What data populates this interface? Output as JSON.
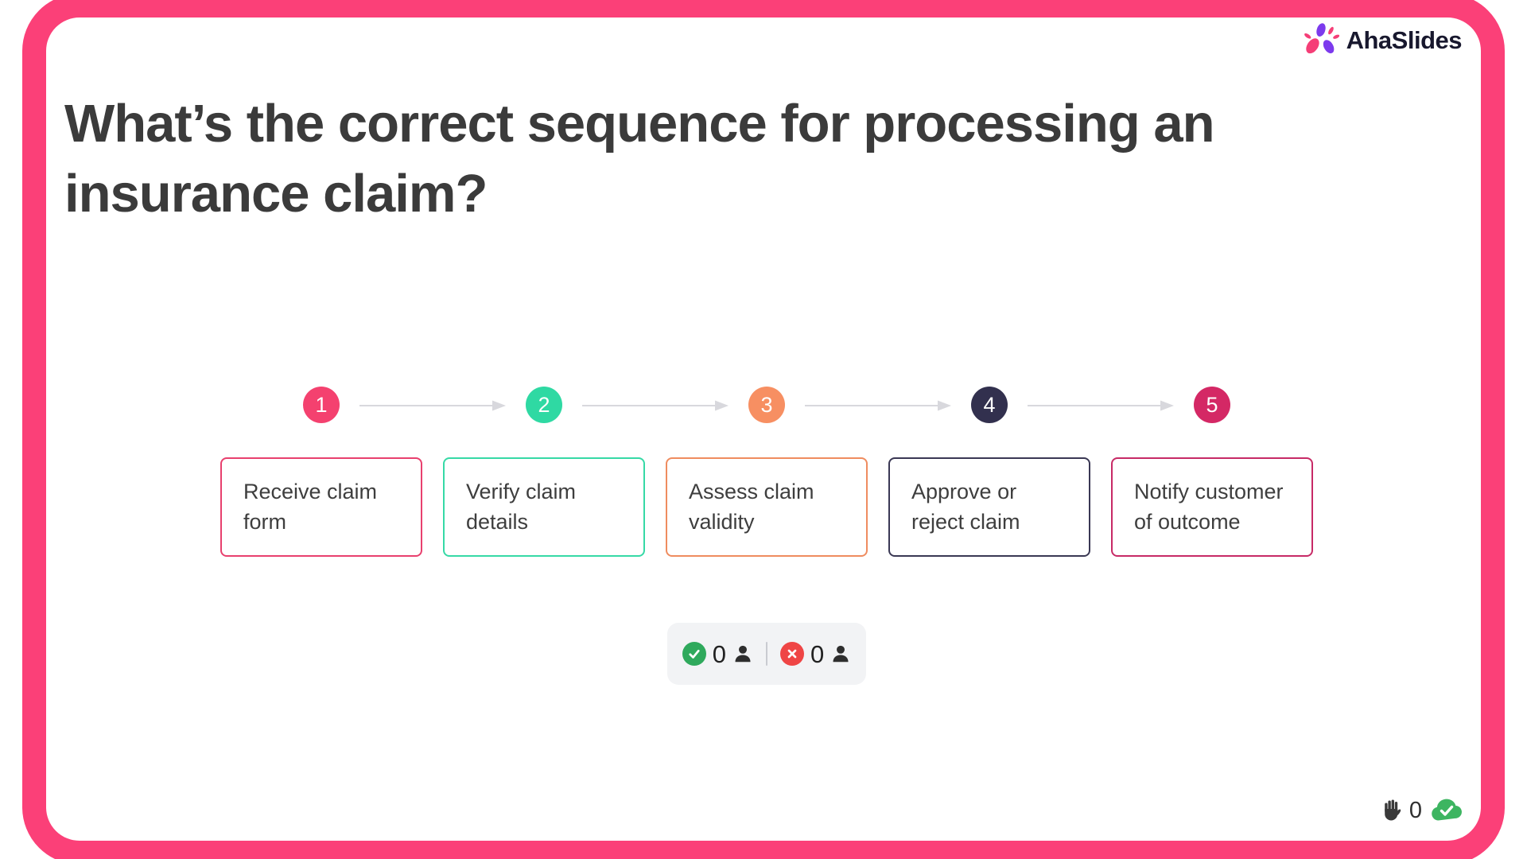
{
  "brand": {
    "logo_text": "AhaSlides"
  },
  "slide": {
    "title": "What’s the correct sequence for processing an\ninsurance claim?",
    "steps": [
      {
        "number": "1",
        "label": "Receive claim\nform",
        "circle_color": "#F4416F",
        "border_color": "#E8406E"
      },
      {
        "number": "2",
        "label": "Verify claim\ndetails",
        "circle_color": "#2FD9A3",
        "border_color": "#36D9A6"
      },
      {
        "number": "3",
        "label": "Assess claim\nvalidity",
        "circle_color": "#F78F62",
        "border_color": "#EF8C5F"
      },
      {
        "number": "4",
        "label": "Approve or\nreject claim",
        "circle_color": "#32304E",
        "border_color": "#3A3854"
      },
      {
        "number": "5",
        "label": "Notify customer\nof outcome",
        "circle_color": "#D42865",
        "border_color": "#C72A66"
      }
    ],
    "answer_stats": {
      "correct_count": "0",
      "incorrect_count": "0"
    },
    "footer": {
      "raised_hand_count": "0"
    }
  },
  "colors": {
    "frame": "#FB4078",
    "title": "#3B3B3B",
    "arrow": "#D8D8DD",
    "pill_bg": "#F2F3F5",
    "correct_green": "#2FA95C",
    "incorrect_red": "#EF4545",
    "cloud_green": "#3DB561",
    "hand_dark": "#3A3A3A",
    "person_dark": "#2E2E2E"
  }
}
